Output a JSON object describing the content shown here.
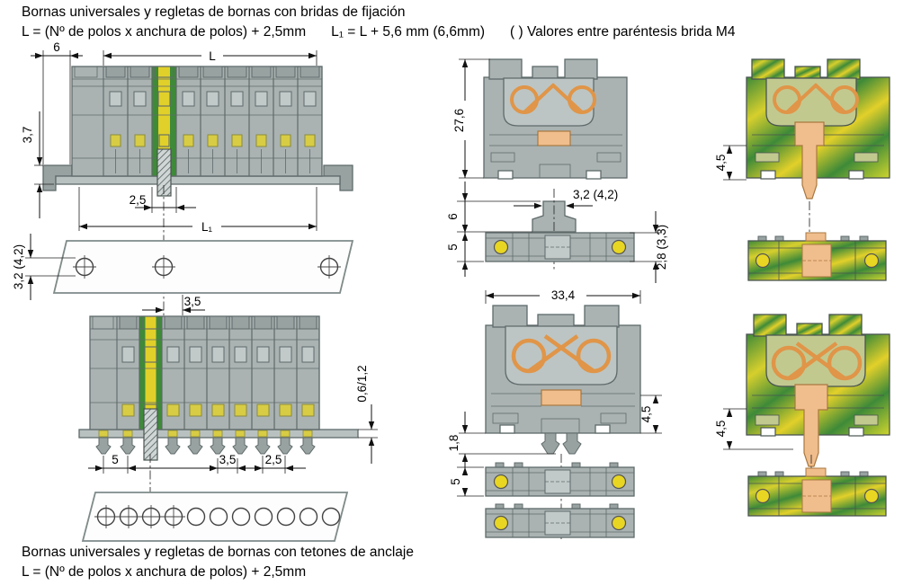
{
  "header": {
    "title": "Bornas universales y regletas de bornas con bridas de fijación",
    "formula_l": "L = (Nº de polos x anchura de polos) + 2,5mm",
    "formula_l1": "L₁ = L + 5,6 mm (6,6mm)",
    "formula_note": "( ) Valores entre paréntesis brida M4"
  },
  "footer": {
    "title": "Bornas universales y regletas de bornas con tetones de anclaje",
    "formula_l": "L = (Nº de polos x anchura de polos) + 2,5mm"
  },
  "dims": {
    "flange_end_width": "6",
    "flange_length": "L",
    "flange_bracket_height": "3,7",
    "flange_pole_pitch": "2,5",
    "flange_total_length": "L₁",
    "rail_hole_offset": "3,5",
    "rail_hole_dia": "3,2 (4,2)",
    "stud_plate_thickness": "0,6/1,2",
    "stud_pitch": "5",
    "stud_hole_offset": "3,5",
    "stud_pole_pitch": "2,5",
    "side_height": "27,6",
    "foot_width": "3,2 (4,2)",
    "foot_height": "6",
    "foot_base_height": "5",
    "foot_depth": "2,8 (3,3)",
    "side_width": "33,4",
    "side_lower_height": "4,5",
    "anchor_stud_length": "1,8",
    "base_height": "5",
    "pe_pin_top": "4,5",
    "pe_pin_bottom": "4,5"
  },
  "colors": {
    "body_gray": "#aab3b2",
    "detail_gray": "#c2cac9",
    "outline_gray": "#5f6a6a",
    "ground_green": "#3e8a38",
    "ground_yellow": "#e2d02a",
    "copper": "#f0bd8c",
    "spring_orange": "#e09548",
    "test_point_yellow": "#e8d622"
  }
}
